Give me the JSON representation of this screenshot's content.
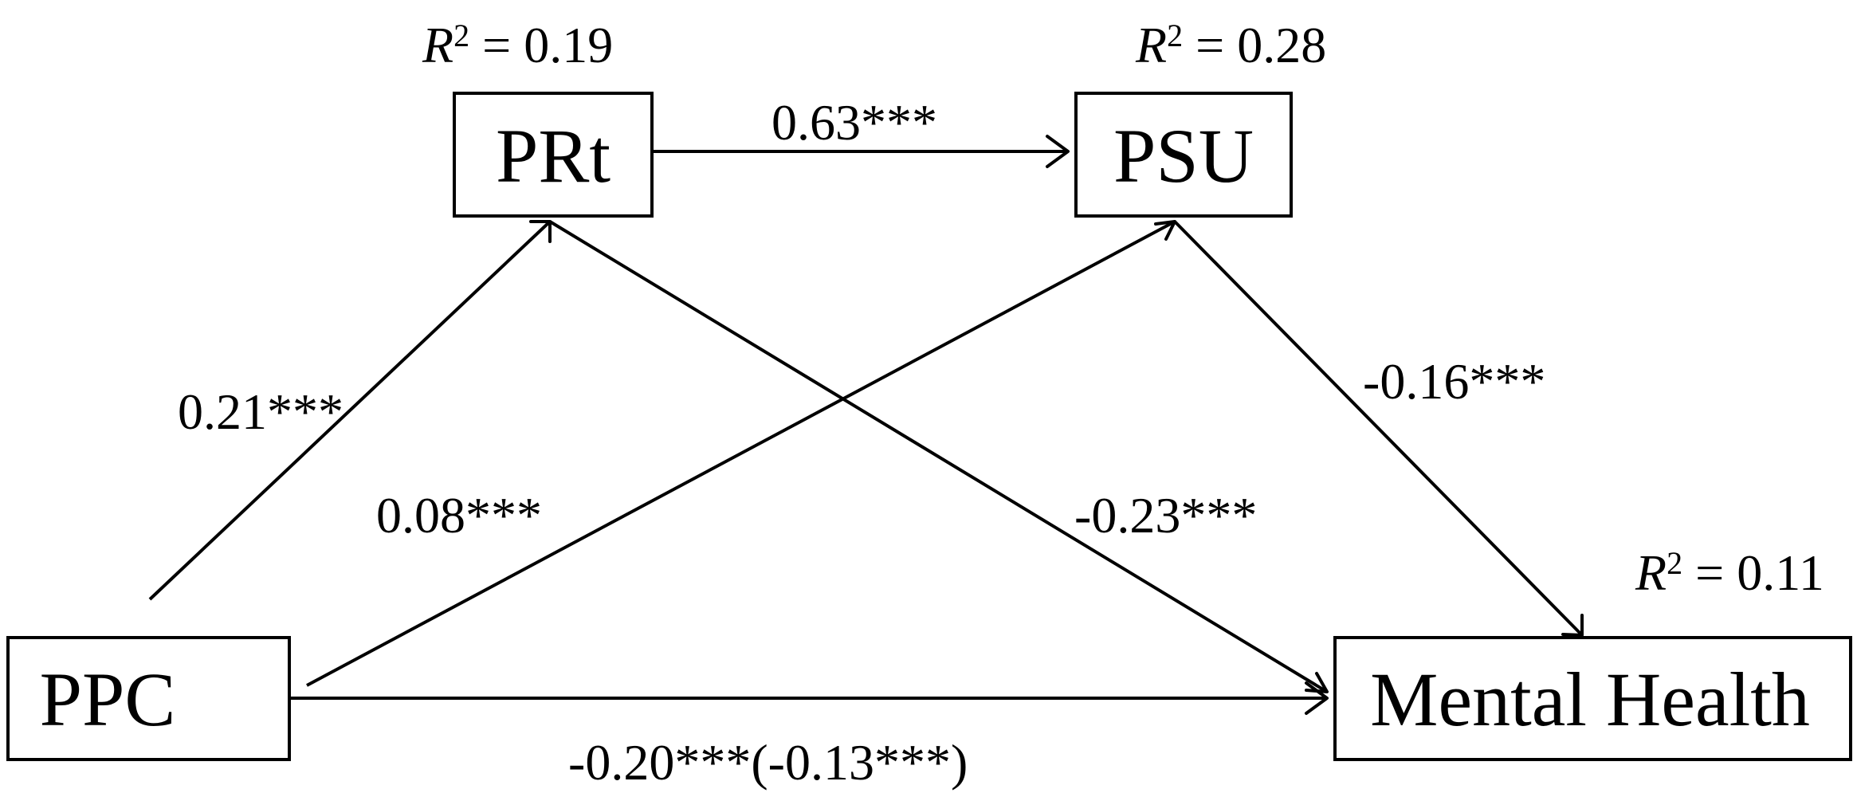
{
  "nodes": {
    "prt": {
      "label": "PRt",
      "r2": "0.19"
    },
    "psu": {
      "label": "PSU",
      "r2": "0.28"
    },
    "ppc": {
      "label": "PPC"
    },
    "mental_health": {
      "label": "Mental Health",
      "r2": "0.11"
    }
  },
  "r2_symbol": "R",
  "r2_exponent": "2",
  "r2_equals": " = ",
  "paths": {
    "prt_to_psu": "0.63***",
    "ppc_to_prt": "0.21***",
    "ppc_to_psu": "0.08***",
    "psu_to_mh": "-0.16***",
    "prt_to_mh": "-0.23***",
    "ppc_to_mh": "-0.20***(-0.13***)"
  }
}
